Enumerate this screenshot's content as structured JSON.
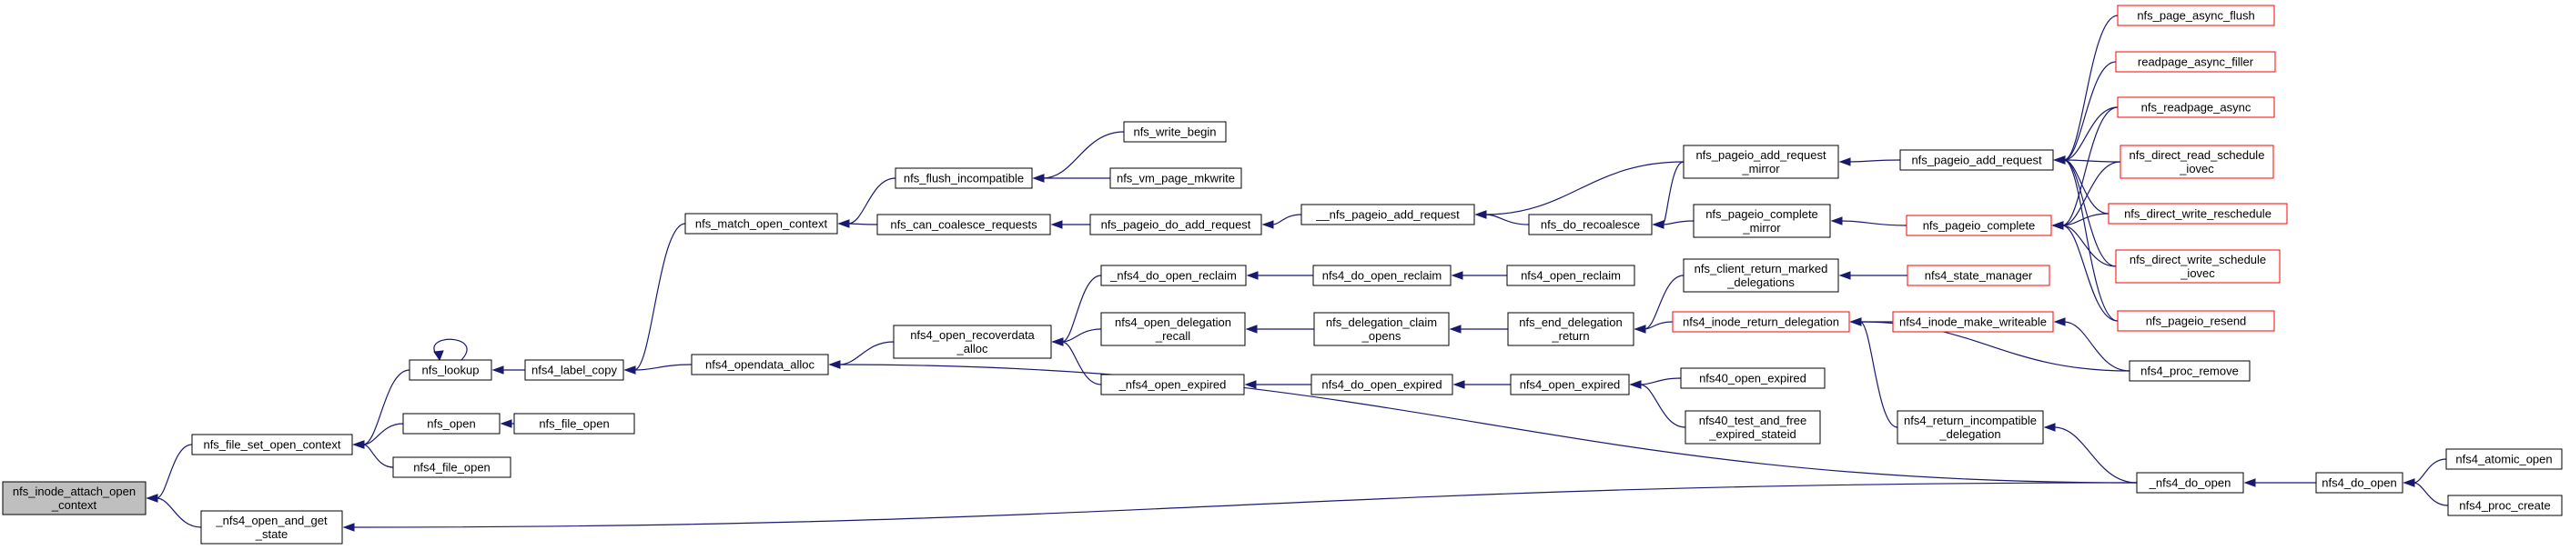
{
  "diagram": {
    "colors": {
      "edge": "#191970",
      "node_border": "#000000",
      "node_border_truncated": "#ff0000",
      "focus_fill": "#bfbfbf"
    },
    "nodes": [
      {
        "id": "n0",
        "lines": [
          "nfs_inode_attach_open",
          "_context"
        ],
        "focus": true
      },
      {
        "id": "n1",
        "lines": [
          "nfs_file_set_open_context"
        ]
      },
      {
        "id": "n2",
        "lines": [
          "_nfs4_open_and_get",
          "_state"
        ]
      },
      {
        "id": "n3",
        "lines": [
          "nfs_lookup"
        ]
      },
      {
        "id": "n4",
        "lines": [
          "nfs_open"
        ]
      },
      {
        "id": "n5",
        "lines": [
          "nfs4_file_open"
        ]
      },
      {
        "id": "n6",
        "lines": [
          "nfs4_label_copy"
        ]
      },
      {
        "id": "n7",
        "lines": [
          "nfs_file_open"
        ]
      },
      {
        "id": "n8",
        "lines": [
          "nfs_match_open_context"
        ]
      },
      {
        "id": "n9",
        "lines": [
          "nfs4_opendata_alloc"
        ]
      },
      {
        "id": "n10",
        "lines": [
          "nfs_flush_incompatible"
        ]
      },
      {
        "id": "n11",
        "lines": [
          "nfs_can_coalesce_requests"
        ]
      },
      {
        "id": "n12",
        "lines": [
          "nfs_write_begin"
        ]
      },
      {
        "id": "n13",
        "lines": [
          "nfs_vm_page_mkwrite"
        ]
      },
      {
        "id": "n14",
        "lines": [
          "nfs_pageio_do_add_request"
        ]
      },
      {
        "id": "n15",
        "lines": [
          "__nfs_pageio_add_request"
        ]
      },
      {
        "id": "n16",
        "lines": [
          "nfs_pageio_add_request",
          "_mirror"
        ]
      },
      {
        "id": "n17",
        "lines": [
          "nfs_do_recoalesce"
        ]
      },
      {
        "id": "n18",
        "lines": [
          "nfs_pageio_complete",
          "_mirror"
        ]
      },
      {
        "id": "n19",
        "lines": [
          "nfs_pageio_add_request"
        ]
      },
      {
        "id": "n20",
        "lines": [
          "nfs_pageio_complete"
        ],
        "truncated": true
      },
      {
        "id": "n21",
        "lines": [
          "nfs_page_async_flush"
        ],
        "truncated": true
      },
      {
        "id": "n22",
        "lines": [
          "readpage_async_filler"
        ],
        "truncated": true
      },
      {
        "id": "n23",
        "lines": [
          "nfs_readpage_async"
        ],
        "truncated": true
      },
      {
        "id": "n24",
        "lines": [
          "nfs_direct_read_schedule",
          "_iovec"
        ],
        "truncated": true
      },
      {
        "id": "n25",
        "lines": [
          "nfs_direct_write_reschedule"
        ],
        "truncated": true
      },
      {
        "id": "n26",
        "lines": [
          "nfs_direct_write_schedule",
          "_iovec"
        ],
        "truncated": true
      },
      {
        "id": "n27",
        "lines": [
          "nfs_pageio_resend"
        ],
        "truncated": true
      },
      {
        "id": "n28",
        "lines": [
          "nfs4_open_recoverdata",
          "_alloc"
        ]
      },
      {
        "id": "n29",
        "lines": [
          "_nfs4_do_open_reclaim"
        ]
      },
      {
        "id": "n30",
        "lines": [
          "nfs4_open_delegation",
          "_recall"
        ]
      },
      {
        "id": "n31",
        "lines": [
          "_nfs4_open_expired"
        ]
      },
      {
        "id": "n32",
        "lines": [
          "nfs4_do_open_reclaim"
        ]
      },
      {
        "id": "n33",
        "lines": [
          "nfs4_open_reclaim"
        ]
      },
      {
        "id": "n34",
        "lines": [
          "nfs_delegation_claim",
          "_opens"
        ]
      },
      {
        "id": "n35",
        "lines": [
          "nfs_end_delegation",
          "_return"
        ]
      },
      {
        "id": "n36",
        "lines": [
          "nfs_client_return_marked",
          "_delegations"
        ]
      },
      {
        "id": "n37",
        "lines": [
          "nfs4_state_manager"
        ],
        "truncated": true
      },
      {
        "id": "n38",
        "lines": [
          "nfs4_inode_return_delegation"
        ],
        "truncated": true
      },
      {
        "id": "n39",
        "lines": [
          "nfs4_inode_make_writeable"
        ],
        "truncated": true
      },
      {
        "id": "n40",
        "lines": [
          "nfs4_proc_remove"
        ]
      },
      {
        "id": "n41",
        "lines": [
          "nfs4_do_open_expired"
        ]
      },
      {
        "id": "n42",
        "lines": [
          "nfs4_open_expired"
        ]
      },
      {
        "id": "n43",
        "lines": [
          "nfs40_open_expired"
        ]
      },
      {
        "id": "n44",
        "lines": [
          "nfs40_test_and_free",
          "_expired_stateid"
        ]
      },
      {
        "id": "n45",
        "lines": [
          "nfs4_return_incompatible",
          "_delegation"
        ]
      },
      {
        "id": "n46",
        "lines": [
          "_nfs4_do_open"
        ]
      },
      {
        "id": "n47",
        "lines": [
          "nfs4_do_open"
        ]
      },
      {
        "id": "n48",
        "lines": [
          "nfs4_atomic_open"
        ]
      },
      {
        "id": "n49",
        "lines": [
          "nfs4_proc_create"
        ]
      }
    ],
    "edges": [
      [
        "n1",
        "n0"
      ],
      [
        "n2",
        "n0"
      ],
      [
        "n3",
        "n1"
      ],
      [
        "n4",
        "n1"
      ],
      [
        "n5",
        "n1"
      ],
      [
        "n3",
        "n3"
      ],
      [
        "n6",
        "n3"
      ],
      [
        "n7",
        "n4"
      ],
      [
        "n8",
        "n6"
      ],
      [
        "n9",
        "n6"
      ],
      [
        "n10",
        "n8"
      ],
      [
        "n11",
        "n8"
      ],
      [
        "n12",
        "n10"
      ],
      [
        "n13",
        "n10"
      ],
      [
        "n14",
        "n11"
      ],
      [
        "n15",
        "n14"
      ],
      [
        "n16",
        "n15"
      ],
      [
        "n17",
        "n15"
      ],
      [
        "n18",
        "n17"
      ],
      [
        "n16",
        "n17"
      ],
      [
        "n19",
        "n16"
      ],
      [
        "n20",
        "n18"
      ],
      [
        "n21",
        "n19"
      ],
      [
        "n22",
        "n19"
      ],
      [
        "n23",
        "n19"
      ],
      [
        "n24",
        "n19"
      ],
      [
        "n25",
        "n19"
      ],
      [
        "n26",
        "n19"
      ],
      [
        "n27",
        "n19"
      ],
      [
        "n23",
        "n20"
      ],
      [
        "n24",
        "n20"
      ],
      [
        "n25",
        "n20"
      ],
      [
        "n26",
        "n20"
      ],
      [
        "n27",
        "n20"
      ],
      [
        "n28",
        "n9"
      ],
      [
        "n46",
        "n9"
      ],
      [
        "n29",
        "n28"
      ],
      [
        "n30",
        "n28"
      ],
      [
        "n31",
        "n28"
      ],
      [
        "n32",
        "n29"
      ],
      [
        "n33",
        "n32"
      ],
      [
        "n34",
        "n30"
      ],
      [
        "n35",
        "n34"
      ],
      [
        "n36",
        "n35"
      ],
      [
        "n38",
        "n35"
      ],
      [
        "n37",
        "n36"
      ],
      [
        "n39",
        "n38"
      ],
      [
        "n40",
        "n38"
      ],
      [
        "n45",
        "n38"
      ],
      [
        "n40",
        "n39"
      ],
      [
        "n41",
        "n31"
      ],
      [
        "n42",
        "n41"
      ],
      [
        "n43",
        "n42"
      ],
      [
        "n44",
        "n42"
      ],
      [
        "n46",
        "n45"
      ],
      [
        "n46",
        "n2"
      ],
      [
        "n47",
        "n46"
      ],
      [
        "n48",
        "n47"
      ],
      [
        "n49",
        "n47"
      ]
    ]
  }
}
